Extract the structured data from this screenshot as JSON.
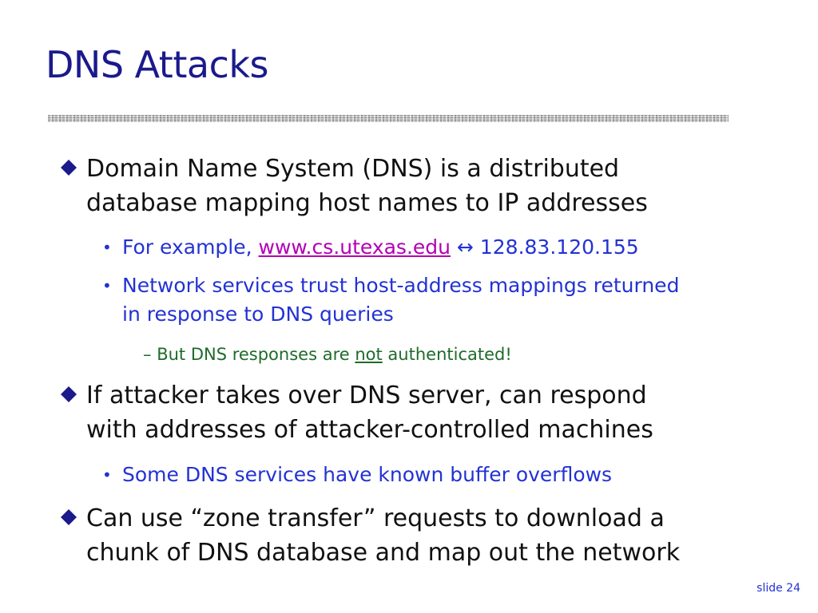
{
  "slide": {
    "title": "DNS Attacks",
    "number_label": "slide 24",
    "colors": {
      "title": "#1a1a8c",
      "level1_text": "#111111",
      "level2_text": "#2332d4",
      "level3_text": "#1e6b2a",
      "link": "#b300b3",
      "bullet_diamond": "#1a1a8c"
    },
    "bullets": [
      {
        "icon": "diamond-bullet-icon",
        "line1": "Domain Name System (DNS) is a distributed",
        "line2": "database mapping host names to IP addresses",
        "sub": [
          {
            "prefix": "For example, ",
            "link": "www.cs.utexas.edu",
            "arrow": "↔",
            "suffix": "128.83.120.155"
          },
          {
            "line1": "Network services trust host-address mappings returned",
            "line2": "in response to DNS queries",
            "subsub": {
              "dash": "–",
              "before": "But DNS responses are ",
              "emph": "not",
              "after": " authenticated!"
            }
          }
        ]
      },
      {
        "icon": "diamond-bullet-icon",
        "line1": "If attacker takes over DNS server, can respond",
        "line2": "with addresses of attacker-controlled machines",
        "sub": [
          {
            "text": "Some DNS services have known buffer overflows"
          }
        ]
      },
      {
        "icon": "diamond-bullet-icon",
        "line1": "Can use “zone transfer” requests to download  a",
        "line2": "chunk of DNS database and map out the network"
      }
    ]
  }
}
